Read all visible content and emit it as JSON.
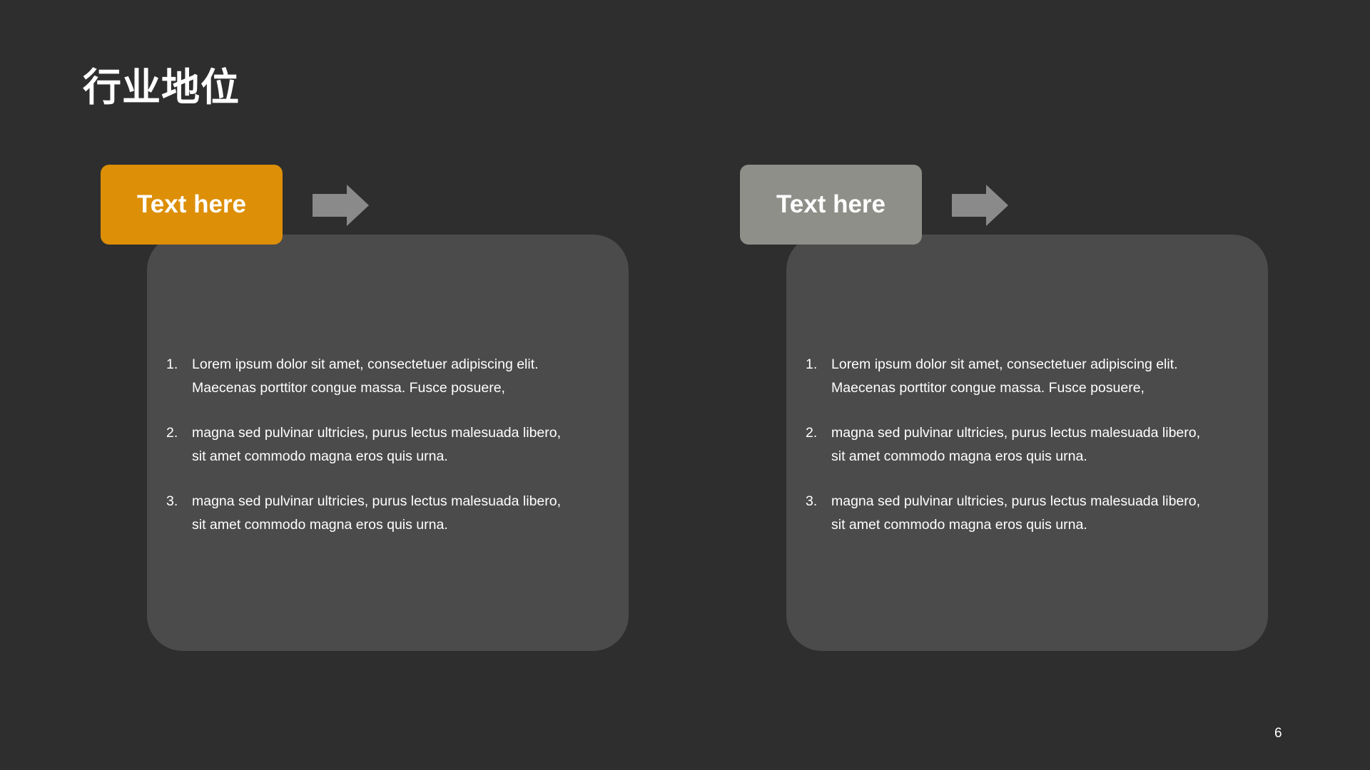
{
  "slide": {
    "title": "行业地位",
    "page_number": "6"
  },
  "colors": {
    "background": "#2e2e2e",
    "panel": "#4b4b4b",
    "accent_orange": "#dd8f07",
    "accent_gray": "#8e8f88",
    "arrow": "#8a8a8a",
    "text": "#ffffff"
  },
  "cards": [
    {
      "label": "Text here",
      "label_color": "#dd8f07",
      "arrow_icon": "right-arrow-icon",
      "items": [
        {
          "number": "1.",
          "line1": "Lorem ipsum dolor sit amet, consectetuer adipiscing elit.",
          "line2": "Maecenas porttitor congue massa. Fusce posuere,"
        },
        {
          "number": "2.",
          "line1": "magna sed pulvinar ultricies, purus lectus malesuada libero,",
          "line2": "sit amet commodo magna eros quis urna."
        },
        {
          "number": "3.",
          "line1": "magna sed pulvinar ultricies, purus lectus malesuada libero,",
          "line2": "sit amet commodo magna eros quis urna."
        }
      ]
    },
    {
      "label": "Text here",
      "label_color": "#8e8f88",
      "arrow_icon": "right-arrow-icon",
      "items": [
        {
          "number": "1.",
          "line1": "Lorem ipsum dolor sit amet, consectetuer adipiscing elit.",
          "line2": "Maecenas porttitor congue massa. Fusce posuere,"
        },
        {
          "number": "2.",
          "line1": "magna sed pulvinar ultricies, purus lectus malesuada libero,",
          "line2": "sit amet commodo magna eros quis urna."
        },
        {
          "number": "3.",
          "line1": "magna sed pulvinar ultricies, purus lectus malesuada libero,",
          "line2": "sit amet commodo magna eros quis urna."
        }
      ]
    }
  ]
}
